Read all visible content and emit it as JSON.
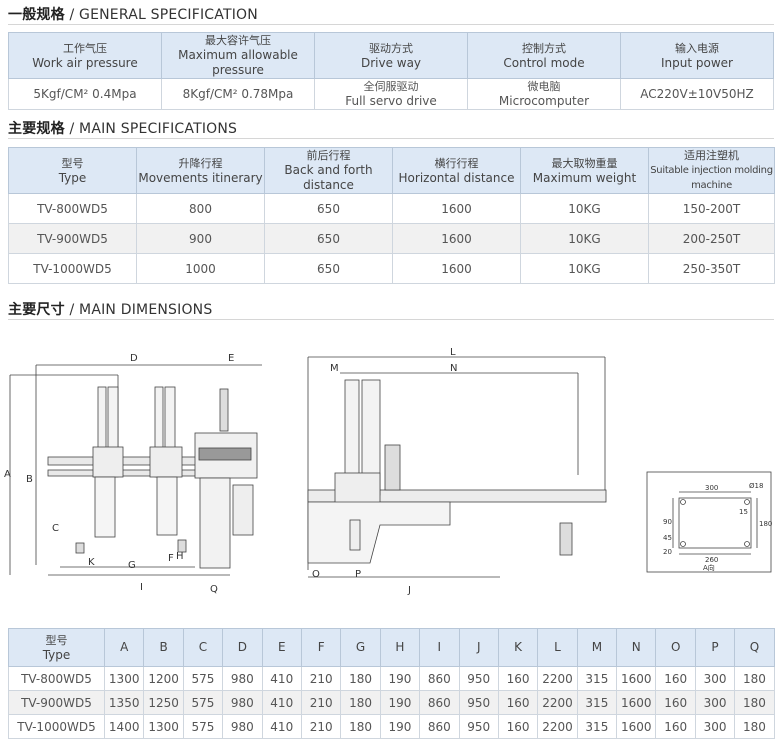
{
  "general": {
    "title_cn": "一般规格",
    "title_en": "/ GENERAL SPECIFICATION",
    "headers": [
      {
        "cn": "工作气压",
        "en": "Work air pressure"
      },
      {
        "cn": "最大容许气压",
        "en": "Maximum allowable pressure"
      },
      {
        "cn": "驱动方式",
        "en": "Drive way"
      },
      {
        "cn": "控制方式",
        "en": "Control mode"
      },
      {
        "cn": "输入电源",
        "en": "Input power"
      }
    ],
    "values": [
      {
        "line1": "5Kgf/CM² 0.4Mpa",
        "line2": ""
      },
      {
        "line1": "8Kgf/CM² 0.78Mpa",
        "line2": ""
      },
      {
        "line1": "全伺服驱动",
        "line2": "Full servo drive"
      },
      {
        "line1": "微电脑",
        "line2": "Microcomputer"
      },
      {
        "line1": "AC220V±10V50HZ",
        "line2": ""
      }
    ]
  },
  "main": {
    "title_cn": "主要规格",
    "title_en": "/ MAIN SPECIFICATIONS",
    "headers": [
      {
        "cn": "型号",
        "en": "Type"
      },
      {
        "cn": "升降行程",
        "en": "Movements itinerary"
      },
      {
        "cn": "前后行程",
        "en": "Back and forth distance"
      },
      {
        "cn": "横行行程",
        "en": "Horizontal distance"
      },
      {
        "cn": "最大取物重量",
        "en": "Maximum weight"
      },
      {
        "cn": "适用注塑机",
        "en": "Suitable injection molding machine"
      }
    ],
    "rows": [
      [
        "TV-800WD5",
        "800",
        "650",
        "1600",
        "10KG",
        "150-200T"
      ],
      [
        "TV-900WD5",
        "900",
        "650",
        "1600",
        "10KG",
        "200-250T"
      ],
      [
        "TV-1000WD5",
        "1000",
        "650",
        "1600",
        "10KG",
        "250-350T"
      ]
    ]
  },
  "dimensions": {
    "title_cn": "主要尺寸",
    "title_en": "/ MAIN DIMENSIONS",
    "header_cn": "型号",
    "header_en": "Type",
    "columns": [
      "A",
      "B",
      "C",
      "D",
      "E",
      "F",
      "G",
      "H",
      "I",
      "J",
      "K",
      "L",
      "M",
      "N",
      "O",
      "P",
      "Q"
    ],
    "rows": [
      {
        "type": "TV-800WD5",
        "values": [
          "1300",
          "1200",
          "575",
          "980",
          "410",
          "210",
          "180",
          "190",
          "860",
          "950",
          "160",
          "2200",
          "315",
          "1600",
          "160",
          "300",
          "180"
        ]
      },
      {
        "type": "TV-900WD5",
        "values": [
          "1350",
          "1250",
          "575",
          "980",
          "410",
          "210",
          "180",
          "190",
          "860",
          "950",
          "160",
          "2200",
          "315",
          "1600",
          "160",
          "300",
          "180"
        ]
      },
      {
        "type": "TV-1000WD5",
        "values": [
          "1400",
          "1300",
          "575",
          "980",
          "410",
          "210",
          "180",
          "190",
          "860",
          "950",
          "160",
          "2200",
          "315",
          "1600",
          "160",
          "300",
          "180"
        ]
      }
    ]
  },
  "drawing": {
    "front_labels": {
      "A": "A",
      "B": "B",
      "C": "C",
      "D": "D",
      "E": "E",
      "F": "F",
      "G": "G",
      "H": "H",
      "I": "I",
      "K": "K",
      "Q": "Q"
    },
    "side_labels": {
      "L": "L",
      "M": "M",
      "N": "N",
      "O": "O",
      "P": "P",
      "J": "J"
    },
    "base_view": {
      "w300": "300",
      "w260": "260",
      "h180": "180",
      "h90": "90",
      "h45": "45",
      "h20": "20",
      "hole": "Ø18",
      "hole_dim": "15",
      "caption": "A向"
    }
  }
}
